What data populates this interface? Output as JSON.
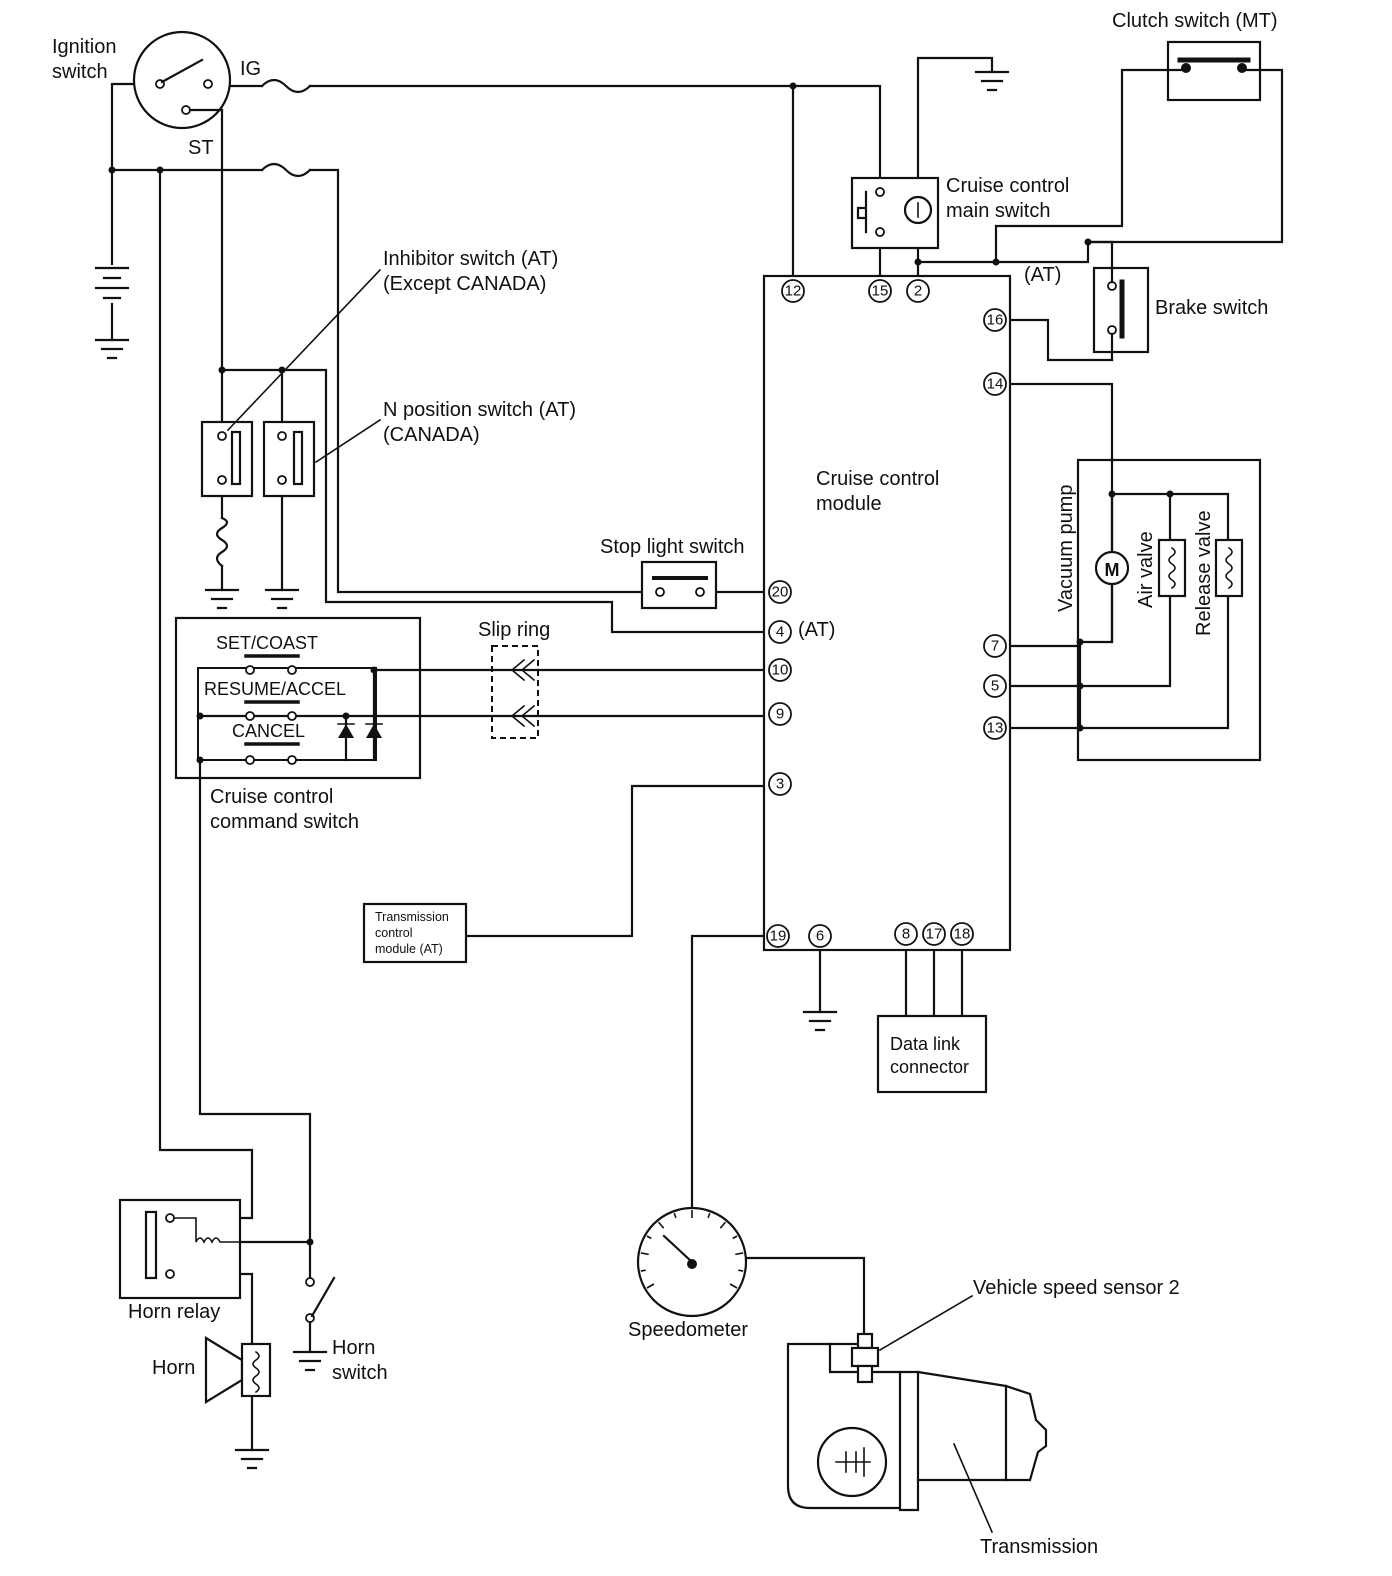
{
  "labels": {
    "ignition_switch": [
      "Ignition",
      "switch"
    ],
    "ig": "IG",
    "st": "ST",
    "clutch_switch": "Clutch switch (MT)",
    "main_switch": [
      "Cruise control",
      "main switch"
    ],
    "inhibitor_switch": [
      "Inhibitor switch (AT)",
      "(Except CANADA)"
    ],
    "n_position_switch": [
      "N position switch (AT)",
      "(CANADA)"
    ],
    "at_brake": "(AT)",
    "brake_switch": "Brake switch",
    "module": [
      "Cruise control",
      "module"
    ],
    "stop_light_switch": "Stop light switch",
    "at_pin4": "(AT)",
    "slip_ring": "Slip ring",
    "set_coast": "SET/COAST",
    "resume_accel": "RESUME/ACCEL",
    "cancel": "CANCEL",
    "command_switch": [
      "Cruise control",
      "command switch"
    ],
    "vacuum_pump": "Vacuum pump",
    "air_valve": "Air valve",
    "release_valve": "Release valve",
    "motor": "M",
    "tcm": [
      "Transmission",
      "control",
      "module (AT)"
    ],
    "data_link": [
      "Data link",
      "connector"
    ],
    "horn_relay": "Horn relay",
    "horn": "Horn",
    "horn_switch": [
      "Horn",
      "switch"
    ],
    "speedometer": "Speedometer",
    "vss": "Vehicle speed sensor 2",
    "transmission": "Transmission"
  },
  "pins": {
    "p12": "12",
    "p15": "15",
    "p2": "2",
    "p16": "16",
    "p14": "14",
    "p20": "20",
    "p4": "4",
    "p10": "10",
    "p9": "9",
    "p3": "3",
    "p7": "7",
    "p5": "5",
    "p13": "13",
    "p19": "19",
    "p6": "6",
    "p8": "8",
    "p17": "17",
    "p18": "18"
  }
}
